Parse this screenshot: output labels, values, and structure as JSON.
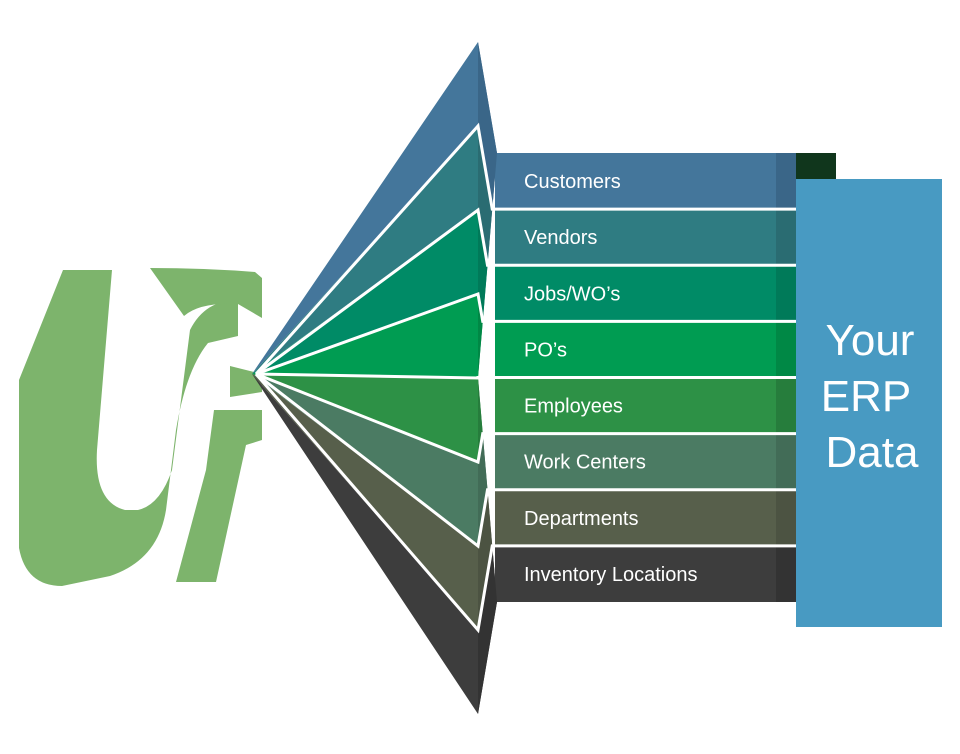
{
  "logo": {
    "name": "green-logo-mark",
    "color": "#7db46c"
  },
  "funnel": {
    "segments": [
      {
        "label": "Customers",
        "color": "#44769b",
        "shade": "#3a6688"
      },
      {
        "label": "Vendors",
        "color": "#2f7c82",
        "shade": "#2a6c72"
      },
      {
        "label": "Jobs/WO’s",
        "color": "#008b66",
        "shade": "#007a59"
      },
      {
        "label": "PO’s",
        "color": "#009c52",
        "shade": "#008845"
      },
      {
        "label": "Employees",
        "color": "#2d9146",
        "shade": "#267d3c"
      },
      {
        "label": "Work Centers",
        "color": "#4b7b63",
        "shade": "#426c57"
      },
      {
        "label": "Departments",
        "color": "#575f4b",
        "shade": "#4c5342"
      },
      {
        "label": "Inventory Locations",
        "color": "#3d3d3d",
        "shade": "#333333"
      }
    ],
    "text_color": "#ffffff"
  },
  "erp_box": {
    "lines": [
      "Your",
      "ERP",
      "Data"
    ],
    "color": "#489ac2",
    "text_color": "#ffffff"
  }
}
